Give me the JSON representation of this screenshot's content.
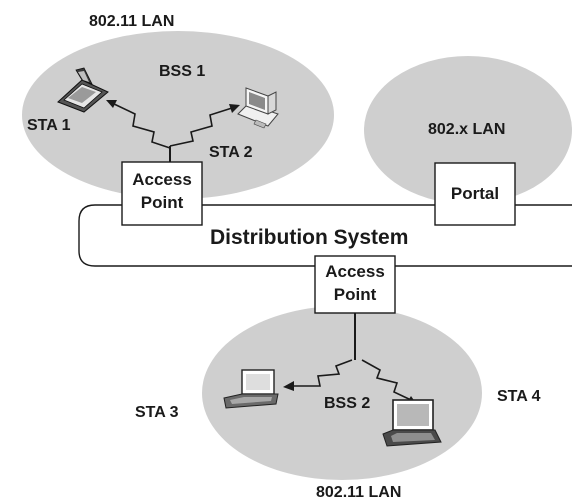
{
  "labels": {
    "lan_top": "802.11 LAN",
    "bss1": "BSS 1",
    "sta1": "STA 1",
    "sta2": "STA 2",
    "lanx": "802.x LAN",
    "ap1_line1": "Access",
    "ap1_line2": "Point",
    "portal": "Portal",
    "distribution_system": "Distribution System",
    "ap2_line1": "Access",
    "ap2_line2": "Point",
    "sta3": "STA 3",
    "bss2": "BSS 2",
    "sta4": "STA 4",
    "lan_bottom": "802.11 LAN"
  },
  "colors": {
    "ellipse_fill": "#cfcfcf",
    "box_fill": "#ffffff",
    "line": "#1a1a1a",
    "text": "#1a1a1a"
  },
  "icons": {
    "sta1": "pda-icon",
    "sta2": "desktop-pc-icon",
    "sta3": "laptop-icon",
    "sta4": "laptop-icon"
  }
}
